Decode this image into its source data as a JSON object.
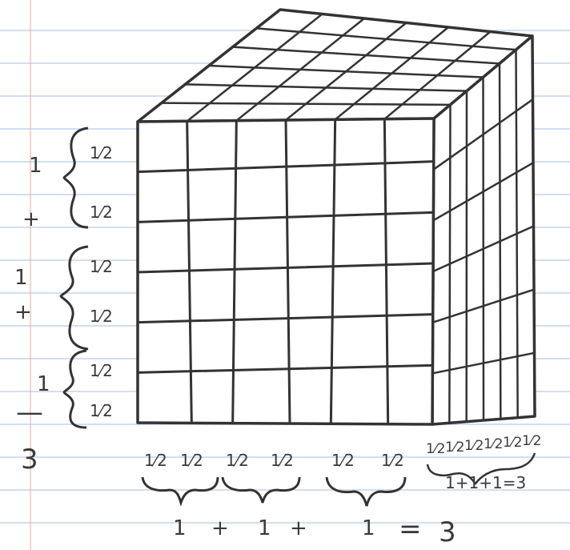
{
  "colors": {
    "paper": "#ffffff",
    "rule_line": "#b9c9e6",
    "margin_line": "#e7a7a7",
    "pencil": "#333333"
  },
  "grid": {
    "front_columns": 6,
    "front_rows": 6,
    "side_columns": 6,
    "top_rows": 6
  },
  "left_labels": {
    "half": "1⁄2",
    "one": "1",
    "plus": "+",
    "bar": "—",
    "three": "3"
  },
  "bottom_front": {
    "half": "1⁄2",
    "sum": [
      "1",
      "+",
      "1",
      "+",
      "1",
      "=",
      "3"
    ]
  },
  "bottom_side": {
    "half": "1⁄2",
    "sum": "1+1+1=3"
  }
}
